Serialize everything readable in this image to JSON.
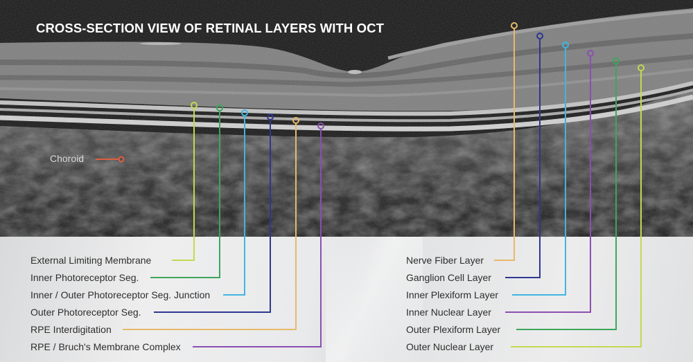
{
  "title": "CROSS-SECTION VIEW OF RETINAL LAYERS WITH OCT",
  "choroid": {
    "label": "Choroid",
    "color": "#e0603f"
  },
  "left_layers": [
    {
      "label": "External Limiting Membrane",
      "color": "#c5d84f"
    },
    {
      "label": "Inner Photoreceptor Seg.",
      "color": "#3ca65a"
    },
    {
      "label": "Inner / Outer Photoreceptor Seg. Junction",
      "color": "#3fb6e0"
    },
    {
      "label": "Outer Photoreceptor Seg.",
      "color": "#2e3690"
    },
    {
      "label": "RPE Interdigitation",
      "color": "#e8b96a"
    },
    {
      "label": "RPE / Bruch's Membrane Complex",
      "color": "#8a4fb0"
    }
  ],
  "right_layers": [
    {
      "label": "Nerve Fiber Layer",
      "color": "#e8b96a"
    },
    {
      "label": "Ganglion Cell Layer",
      "color": "#2e3690"
    },
    {
      "label": "Inner Plexiform Layer",
      "color": "#3fb6e0"
    },
    {
      "label": "Inner Nuclear Layer",
      "color": "#8a4fb0"
    },
    {
      "label": "Outer Plexiform Layer",
      "color": "#3ca65a"
    },
    {
      "label": "Outer Nuclear Layer",
      "color": "#c5d84f"
    }
  ]
}
